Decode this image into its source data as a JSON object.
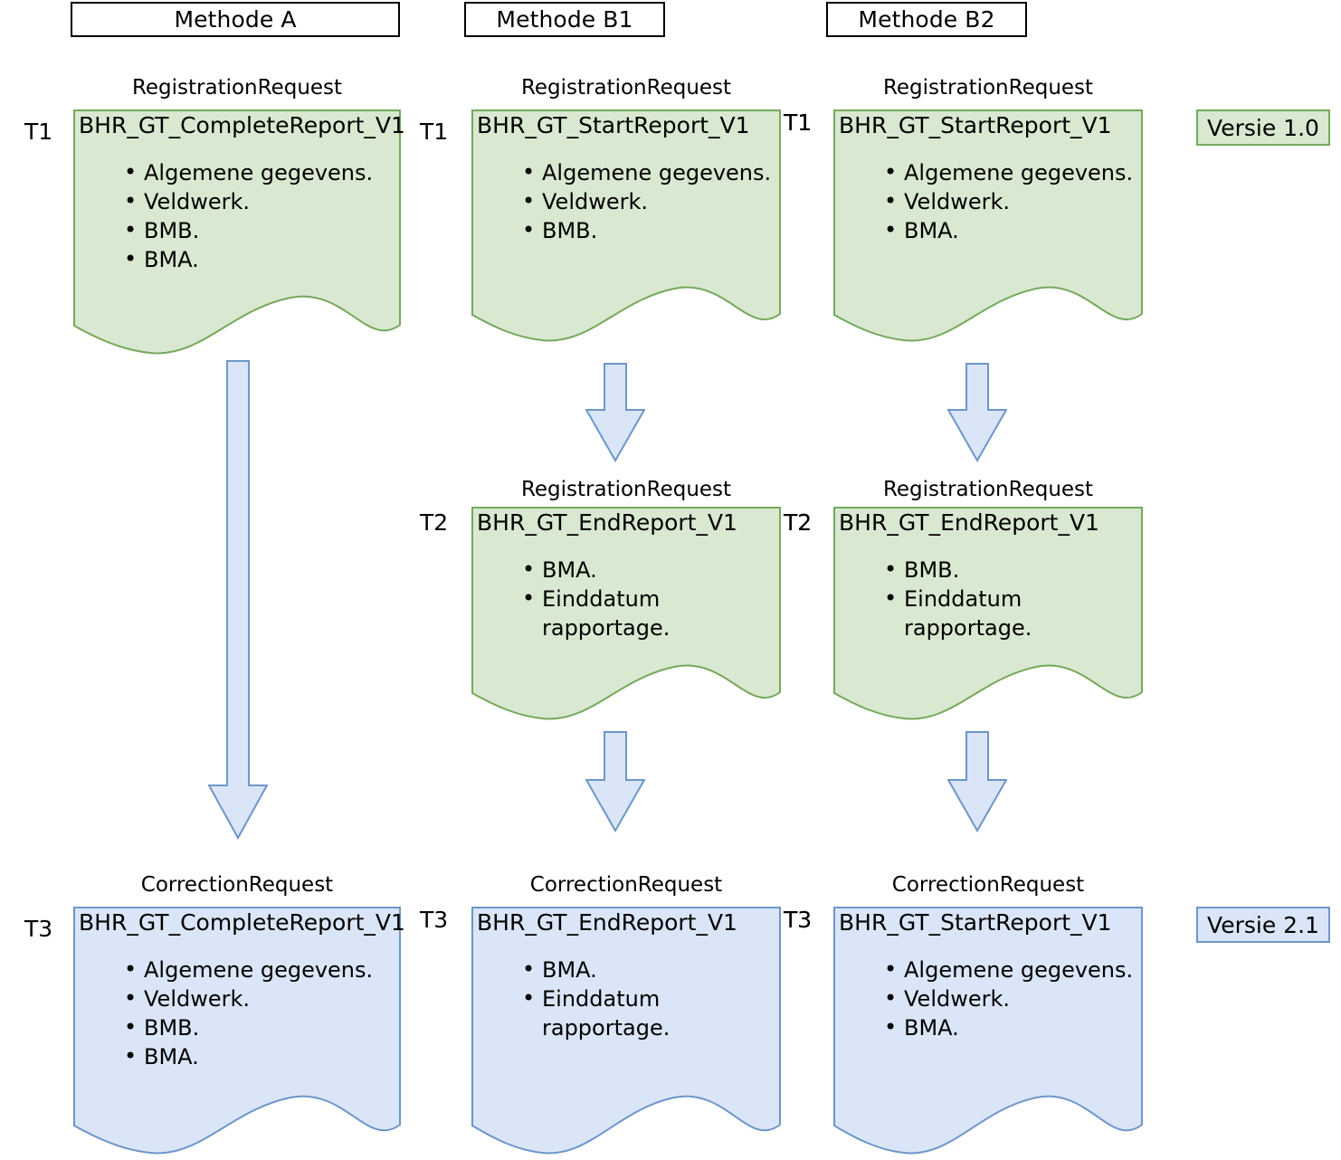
{
  "colors": {
    "green_fill": "#D9E8D0",
    "green_stroke": "#74A95C",
    "blue_fill": "#DAE5F7",
    "blue_stroke": "#6D96C8",
    "header_stroke": "#000000",
    "text": "#000000"
  },
  "headers": [
    {
      "label": "Methode A"
    },
    {
      "label": "Methode B1"
    },
    {
      "label": "Methode B2"
    }
  ],
  "versions": [
    {
      "label": "Versie 1.0",
      "tone": "green"
    },
    {
      "label": "Versie 2.1",
      "tone": "blue"
    }
  ],
  "documents": [
    {
      "id": "a-t1",
      "column": "Methode A",
      "caption": "RegistrationRequest",
      "name": "BHR_GT_CompleteReport_V1",
      "time_left": "T1",
      "time_right": "T1",
      "tone": "green",
      "items": [
        "Algemene gegevens.",
        "Veldwerk.",
        "BMB.",
        "BMA."
      ]
    },
    {
      "id": "b1-t1",
      "column": "Methode B1",
      "caption": "RegistrationRequest",
      "name": "BHR_GT_StartReport_V1",
      "time_left": "T1",
      "time_right": "T1",
      "tone": "green",
      "items": [
        "Algemene gegevens.",
        "Veldwerk.",
        "BMB."
      ]
    },
    {
      "id": "b2-t1",
      "column": "Methode B2",
      "caption": "RegistrationRequest",
      "name": "BHR_GT_StartReport_V1",
      "time_left": "",
      "time_right": "",
      "tone": "green",
      "items": [
        "Algemene gegevens.",
        "Veldwerk.",
        "BMA."
      ]
    },
    {
      "id": "b1-t2",
      "column": "Methode B1",
      "caption": "RegistrationRequest",
      "name": "BHR_GT_EndReport_V1",
      "time_left": "T2",
      "time_right": "T2",
      "tone": "green",
      "items": [
        "BMA.",
        "Einddatum rapportage."
      ]
    },
    {
      "id": "b2-t2",
      "column": "Methode B2",
      "caption": "RegistrationRequest",
      "name": "BHR_GT_EndReport_V1",
      "time_left": "",
      "time_right": "",
      "tone": "green",
      "items": [
        "BMB.",
        "Einddatum rapportage."
      ]
    },
    {
      "id": "a-t3",
      "column": "Methode A",
      "caption": "CorrectionRequest",
      "name": "BHR_GT_CompleteReport_V1",
      "time_left": "T3",
      "time_right": "T3",
      "tone": "blue",
      "items": [
        "Algemene gegevens.",
        "Veldwerk.",
        "BMB.",
        "BMA."
      ]
    },
    {
      "id": "b1-t3",
      "column": "Methode B1",
      "caption": "CorrectionRequest",
      "name": "BHR_GT_EndReport_V1",
      "time_left": "T3",
      "time_right": "T3",
      "tone": "blue",
      "items": [
        "BMA.",
        "Einddatum rapportage."
      ]
    },
    {
      "id": "b2-t3",
      "column": "Methode B2",
      "caption": "CorrectionRequest",
      "name": "BHR_GT_StartReport_V1",
      "time_left": "",
      "time_right": "",
      "tone": "blue",
      "items": [
        "Algemene gegevens.",
        "Veldwerk.",
        "BMA."
      ]
    }
  ],
  "arrows": [
    {
      "id": "arrow-a-t1-to-t3",
      "from": "a-t1",
      "to": "a-t3",
      "direction": "down"
    },
    {
      "id": "arrow-b1-t1-to-t2",
      "from": "b1-t1",
      "to": "b1-t2",
      "direction": "down"
    },
    {
      "id": "arrow-b2-t1-to-t2",
      "from": "b2-t1",
      "to": "b2-t2",
      "direction": "down"
    },
    {
      "id": "arrow-b1-t2-to-t3",
      "from": "b1-t2",
      "to": "b1-t3",
      "direction": "down"
    },
    {
      "id": "arrow-b2-t2-to-t3",
      "from": "b2-t2",
      "to": "b2-t3",
      "direction": "down"
    }
  ]
}
